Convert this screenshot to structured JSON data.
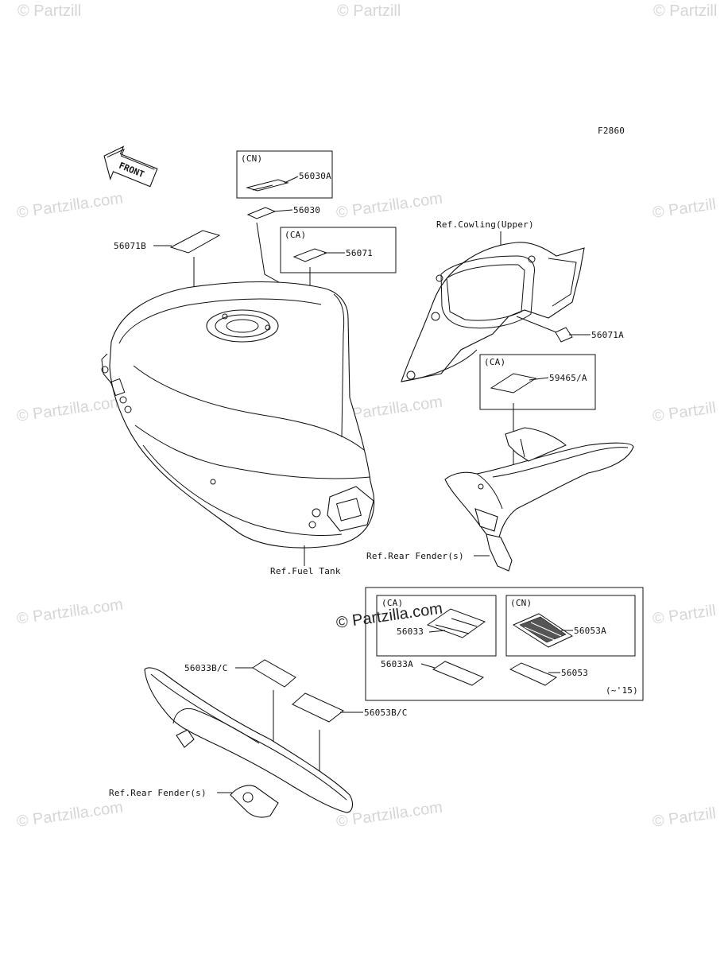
{
  "figure_id": "F2860",
  "front_arrow_label": "FRONT",
  "watermark": "© Partzilla.com",
  "watermark_short": "© Partzill",
  "watermark_center": "© Partzilla.com",
  "boxes": {
    "cn_top": "(CN)",
    "ca_top": "(CA)",
    "ca_right": "(CA)",
    "ca_bottom": "(CA)",
    "cn_bottom": "(CN)",
    "year_note": "(~'15)"
  },
  "parts": {
    "p56030A": "56030A",
    "p56030": "56030",
    "p56071": "56071",
    "p56071B": "56071B",
    "p56071A": "56071A",
    "p59465A": "59465/A",
    "p56033": "56033",
    "p56053A": "56053A",
    "p56033A": "56033A",
    "p56053": "56053",
    "p56033BC": "56033B/C",
    "p56053BC": "56053B/C"
  },
  "refs": {
    "cowling": "Ref.Cowling(Upper)",
    "rear_fender_1": "Ref.Rear Fender(s)",
    "fuel_tank": "Ref.Fuel Tank",
    "rear_fender_2": "Ref.Rear Fender(s)"
  }
}
